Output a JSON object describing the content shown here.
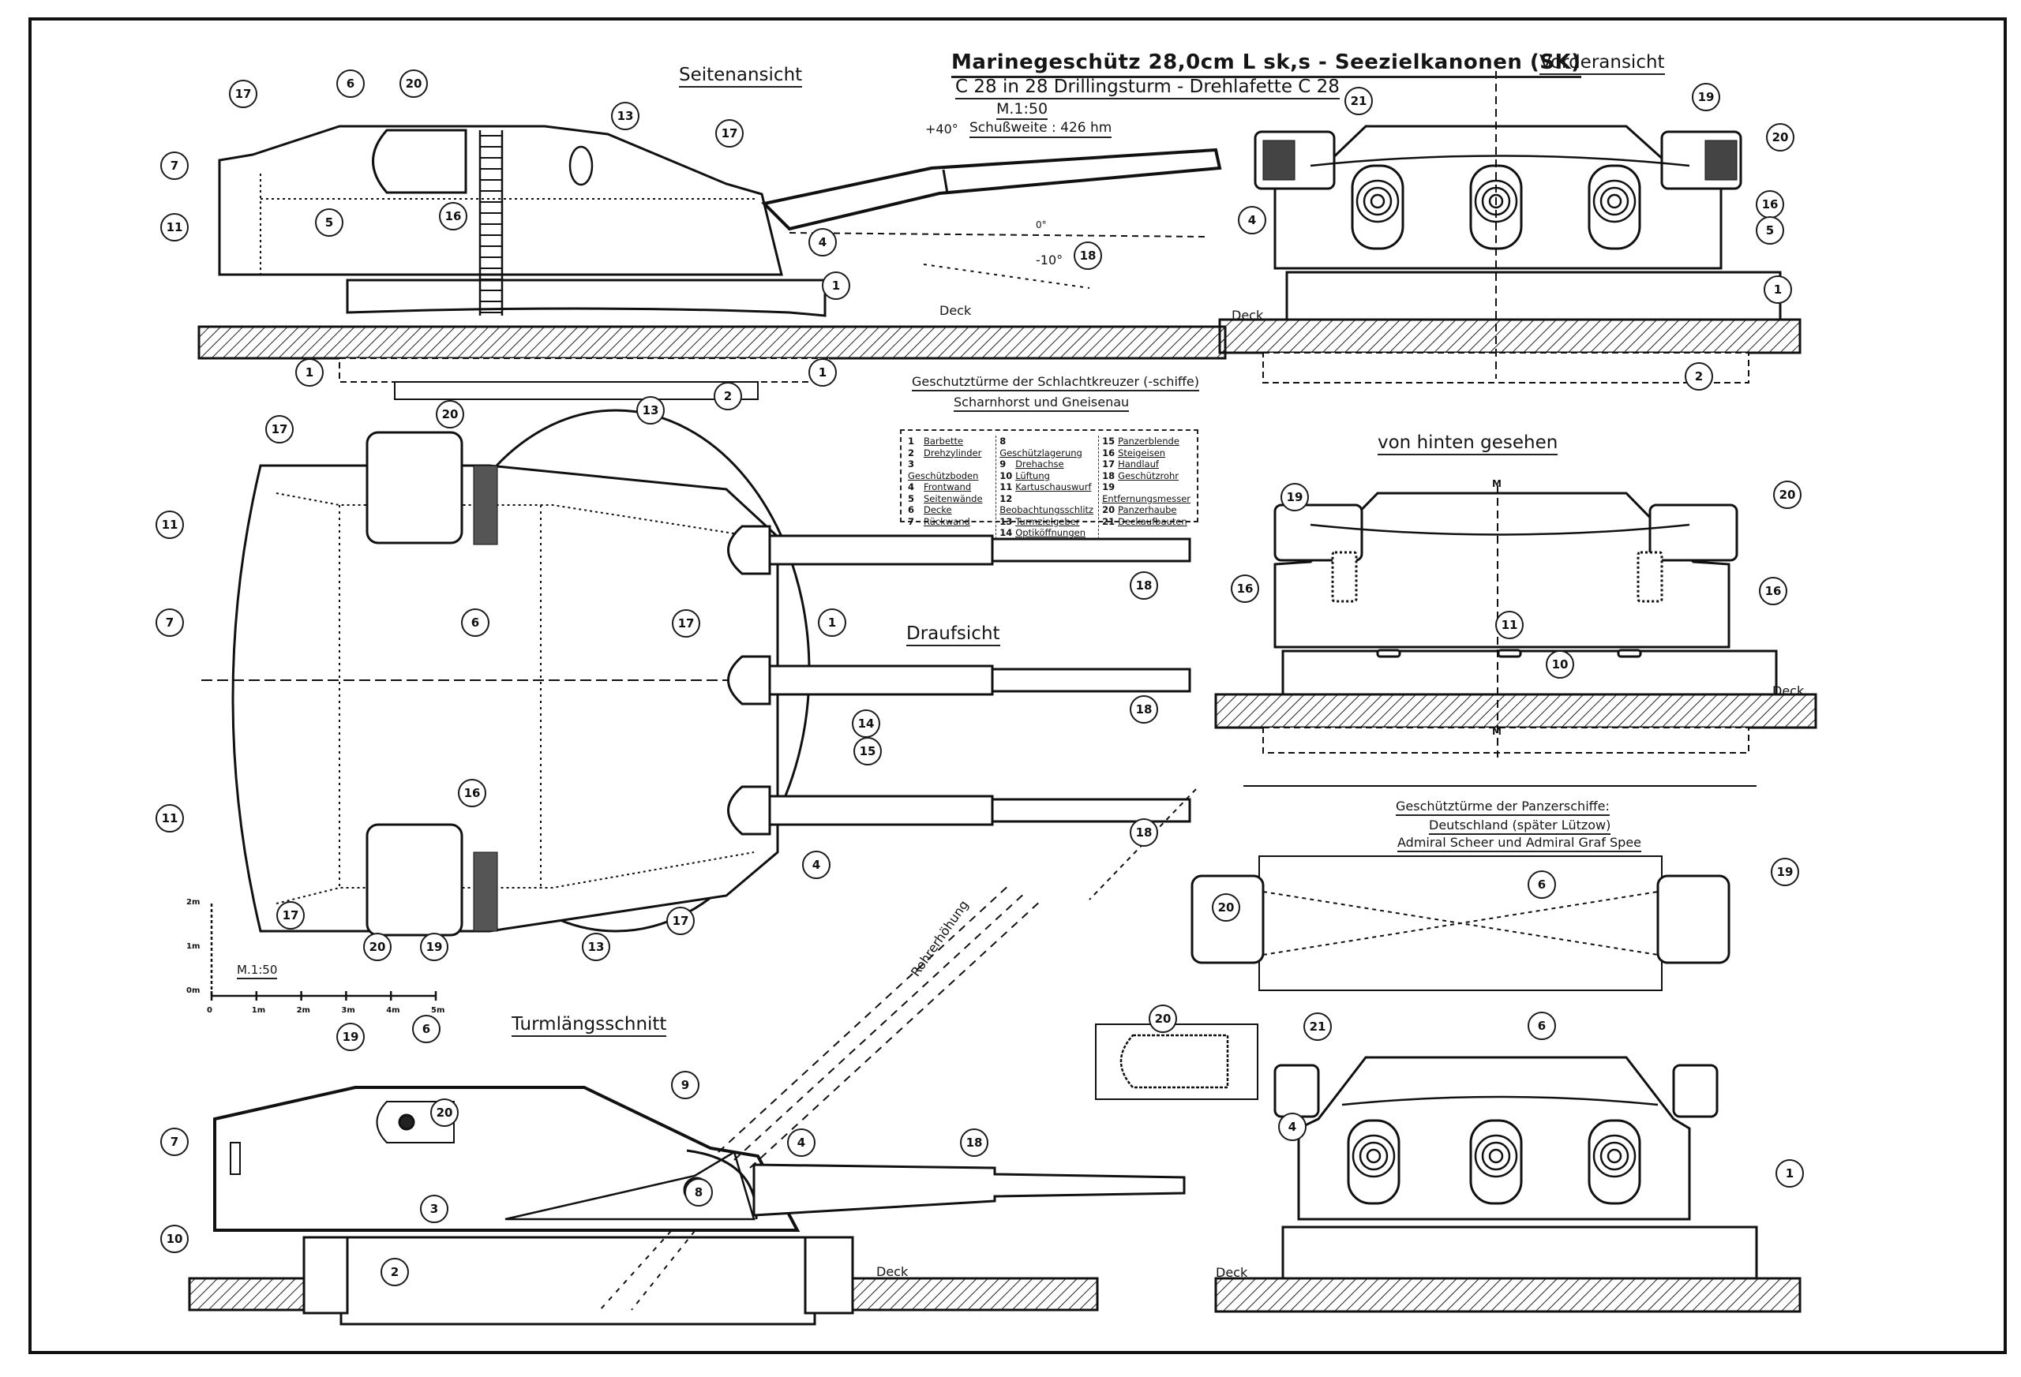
{
  "drawing": {
    "title_line1": "Marinegeschütz 28,0cm L sk,s - Seezielkanonen (SK)",
    "title_line2": "C 28 in 28 Drillingsturm - Drehlafette C 28",
    "scale_top": "M.1:50",
    "range": "Schußweite : 426 hm",
    "elevation_max": "+40°",
    "elevation_zero": "0°",
    "elevation_min": "-10°"
  },
  "views": {
    "side": "Seitenansicht",
    "front": "Vorderansicht",
    "top": "Draufsicht",
    "rear": "von hinten gesehen",
    "section": "Turmlängsschnitt",
    "battlecruisers_line1": "Geschutztürme der Schlachtkreuzer (-schiffe)",
    "battlecruisers_line2": "Scharnhorst und Gneisenau",
    "panzerschiffe_line1": "Geschütztürme der Panzerschiffe:",
    "panzerschiffe_line2": "Deutschland (später Lützow)",
    "panzerschiffe_line3": "Admiral Scheer und Admiral Graf Spee"
  },
  "labels": {
    "deck": "Deck",
    "midline": "M",
    "barrel_elevation": "Rohrerhöhung"
  },
  "scale_bar": {
    "label": "M.1:50",
    "x_ticks": [
      "0",
      "1m",
      "2m",
      "3m",
      "4m",
      "5m"
    ],
    "y_ticks": [
      "0m",
      "1m",
      "2m"
    ]
  },
  "legend": [
    {
      "n": "1",
      "t": "Barbette"
    },
    {
      "n": "2",
      "t": "Drehzylinder"
    },
    {
      "n": "3",
      "t": "Geschützboden"
    },
    {
      "n": "4",
      "t": "Frontwand"
    },
    {
      "n": "5",
      "t": "Seitenwände"
    },
    {
      "n": "6",
      "t": "Decke"
    },
    {
      "n": "7",
      "t": "Rückwand"
    },
    {
      "n": "8",
      "t": "Geschützlagerung"
    },
    {
      "n": "9",
      "t": "Drehachse"
    },
    {
      "n": "10",
      "t": "Lüftung"
    },
    {
      "n": "11",
      "t": "Kartuschauswurf"
    },
    {
      "n": "12",
      "t": "Beobachtungsschlitz"
    },
    {
      "n": "13",
      "t": "Turmzielgeber"
    },
    {
      "n": "14",
      "t": "Optiköffnungen"
    },
    {
      "n": "15",
      "t": "Panzerblende"
    },
    {
      "n": "16",
      "t": "Steigeisen"
    },
    {
      "n": "17",
      "t": "Handlauf"
    },
    {
      "n": "18",
      "t": "Geschützrohr"
    },
    {
      "n": "19",
      "t": "Entfernungsmesser"
    },
    {
      "n": "20",
      "t": "Panzerhaube"
    },
    {
      "n": "21",
      "t": "Deckaufbauten"
    }
  ],
  "callouts": {
    "side": [
      "17",
      "6",
      "20",
      "13",
      "17",
      "7",
      "11",
      "5",
      "16",
      "4",
      "18",
      "1",
      "1",
      "2",
      "1"
    ],
    "front": [
      "21",
      "19",
      "20",
      "4",
      "16",
      "5",
      "1",
      "2"
    ],
    "top": [
      "17",
      "20",
      "13",
      "11",
      "7",
      "6",
      "17",
      "1",
      "18",
      "18",
      "18",
      "14",
      "15",
      "16",
      "11",
      "4",
      "17",
      "20",
      "19",
      "13",
      "17"
    ],
    "rear": [
      "19",
      "20",
      "16",
      "16",
      "11",
      "10"
    ],
    "section": [
      "19",
      "6",
      "7",
      "20",
      "9",
      "4",
      "18",
      "8",
      "3",
      "10",
      "2"
    ],
    "panzer": [
      "6",
      "20",
      "19",
      "20",
      "21",
      "6",
      "4",
      "1"
    ]
  }
}
